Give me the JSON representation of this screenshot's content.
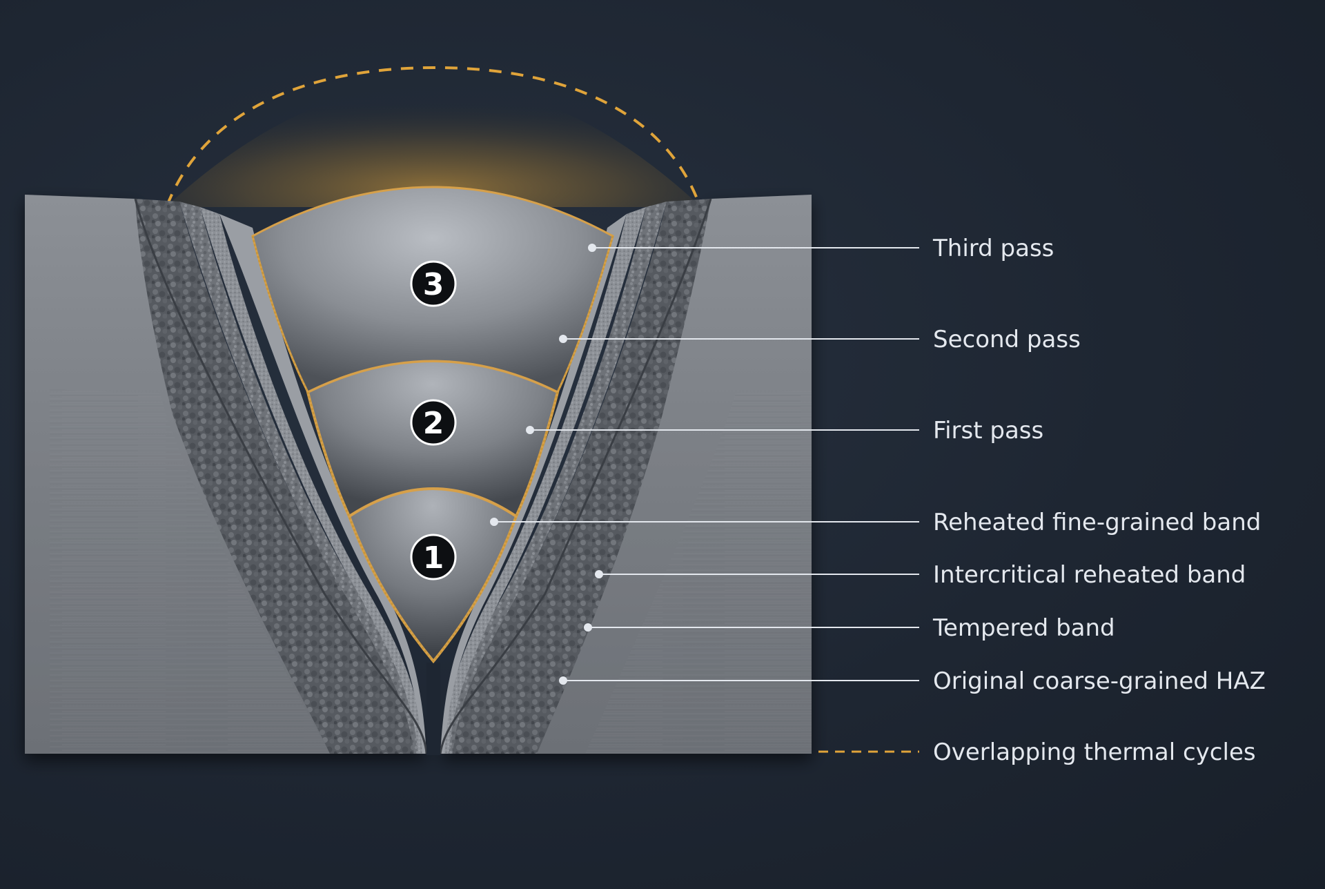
{
  "labels": {
    "third_pass": "Third pass",
    "second_pass": "Second pass",
    "first_pass": "First pass",
    "reheated_fine_grained_band": "Reheated fine-grained band",
    "intercritical_reheated_band": "Intercritical reheated band",
    "tempered_band": "Tempered band",
    "original_coarse_grained_haz": "Original coarse-grained HAZ",
    "overlapping_thermal_cycles": "Overlapping thermal cycles"
  },
  "pass_numbers": {
    "pass_1": "1",
    "pass_2": "2",
    "pass_3": "3"
  },
  "colors": {
    "background": "#1e2632",
    "thermal_cycle_accent": "#e0a43a",
    "fusion_line": "#c8963a",
    "callout_line": "#e4e8ee",
    "base_metal": "#7d8187"
  }
}
